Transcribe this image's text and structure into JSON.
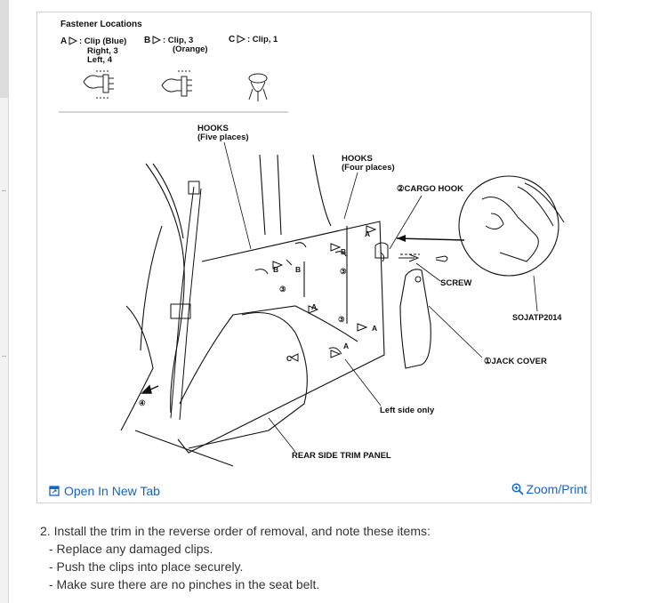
{
  "figure": {
    "fastener_header": "Fastener Locations",
    "clip_a_letter": "A",
    "clip_a_line1": ": Clip (Blue)",
    "clip_a_line2": "Right, 3",
    "clip_a_line3": "Left, 4",
    "clip_b_letter": "B",
    "clip_b_line1": ": Clip, 3",
    "clip_b_line2": "(Orange)",
    "clip_c_letter": "C",
    "clip_c_line1": ": Clip, 1",
    "hooks_five_line1": "HOOKS",
    "hooks_five_line2": "(Five places)",
    "hooks_four_line1": "HOOKS",
    "hooks_four_line2": "(Four places)",
    "cargo_hook": "②CARGO HOOK",
    "screw": "SCREW",
    "code": "SOJATP2014",
    "jack_cover": "①JACK COVER",
    "left_side_only": "Left side only",
    "rear_panel": "REAR SIDE TRIM PANEL",
    "callout_3": "③",
    "callout_4": "④",
    "callout_1": "①"
  },
  "links": {
    "open_new_tab": "Open In New Tab",
    "zoom_print": "Zoom/Print",
    "open_icon": "external-window-icon",
    "zoom_icon": "magnifier-icon"
  },
  "instructions": {
    "step": "2. Install the trim in the reverse order of removal, and note these items:",
    "items": [
      "- Replace any damaged clips.",
      "- Push the clips into place securely.",
      "- Make sure there are no pinches in the seat belt."
    ]
  },
  "colors": {
    "link": "#1565c0",
    "text": "#333333",
    "border": "#cfcfcf"
  }
}
